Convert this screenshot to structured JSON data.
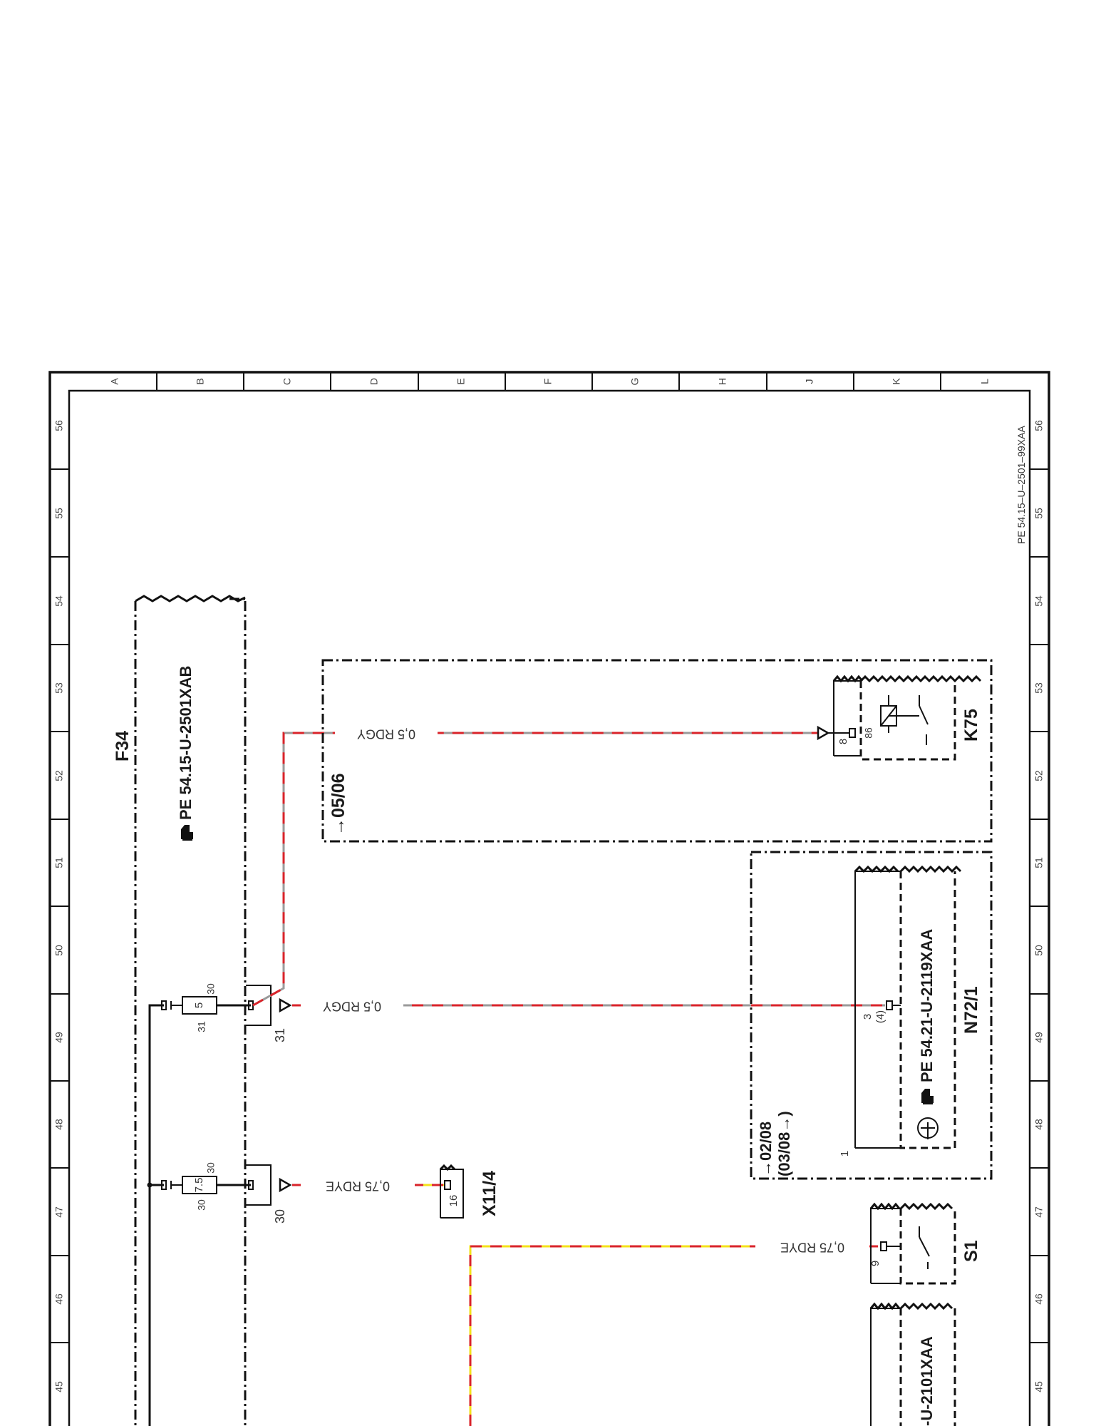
{
  "frame": {
    "col_labels": [
      "A",
      "B",
      "C",
      "D",
      "E",
      "F",
      "G",
      "H",
      "J",
      "K",
      "L"
    ],
    "row_labels": [
      "56",
      "55",
      "54",
      "53",
      "52",
      "51",
      "50",
      "49",
      "48",
      "47",
      "46",
      "45"
    ],
    "doc_id": "PE 54.15–U–2501–99XAA"
  },
  "components": {
    "F34": {
      "name": "F34",
      "ref": "PE  54.15-U-2501XAB",
      "fuse_top": {
        "value": "5",
        "pin_in": "31",
        "pin_out": "30"
      },
      "fuse_bottom": {
        "value": "7.5",
        "pin_in": "30",
        "pin_out": "30"
      },
      "terminal_31": "31",
      "terminal_30": "30"
    },
    "K75": {
      "name": "K75",
      "pin_outer": "8",
      "pin_inner": "86"
    },
    "N72_1": {
      "name": "N72/1",
      "ref": "PE  54.21-U-2119XAA",
      "pin_main": "3",
      "pin_alt": "(4)",
      "pin_1": "1"
    },
    "X11_4": {
      "name": "X11/4",
      "pin": "16"
    },
    "S1": {
      "name": "S1",
      "pin": "9"
    },
    "bottom_ref": "-U-2101XAA"
  },
  "variants": {
    "k75_box": "→05/06",
    "n72_box_line1": "→02/08",
    "n72_box_line2": "(03/08→)"
  },
  "wires": [
    {
      "label": "0,5 RDGY",
      "from": "F34 terminal 31",
      "to": "K75 pin 8",
      "color": "#d9232a",
      "color2": "#9a9a9a"
    },
    {
      "label": "0,5 RDGY",
      "from": "F34 terminal 31",
      "to": "N72/1 pin 3",
      "color": "#d9232a",
      "color2": "#9a9a9a"
    },
    {
      "label": "0,75 RDYE",
      "from": "F34 terminal 30",
      "to": "X11/4 pin 16",
      "color": "#d9232a",
      "color2": "#f4e21a"
    },
    {
      "label": "0,75 RDYE",
      "from": "S1 pin 9",
      "to": "bottom",
      "color": "#d9232a",
      "color2": "#f4e21a"
    }
  ]
}
